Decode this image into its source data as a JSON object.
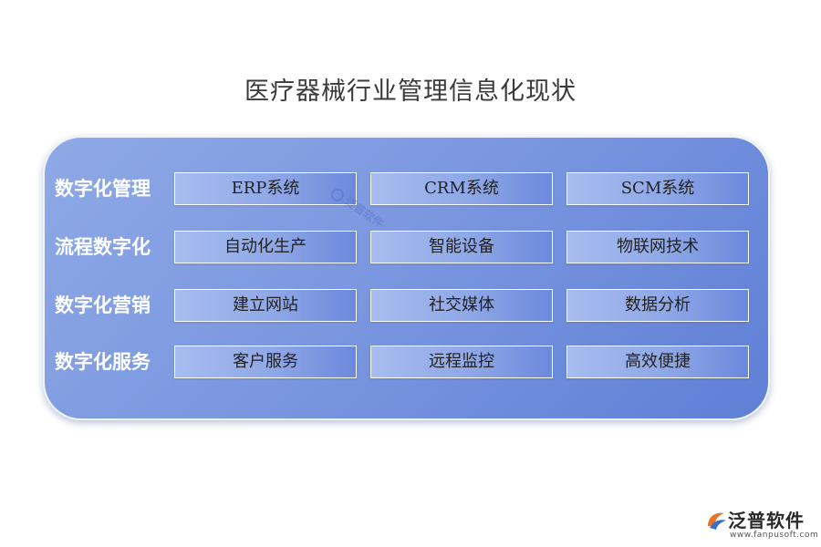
{
  "title": "医疗器械行业管理信息化现状",
  "rows": [
    {
      "label": "数字化管理",
      "cells": [
        "ERP系统",
        "CRM系统",
        "SCM系统"
      ]
    },
    {
      "label": "流程数字化",
      "cells": [
        "自动化生产",
        "智能设备",
        "物联网技术"
      ]
    },
    {
      "label": "数字化营销",
      "cells": [
        "建立网站",
        "社交媒体",
        "数据分析"
      ]
    },
    {
      "label": "数字化服务",
      "cells": [
        "客户服务",
        "远程监控",
        "高效便捷"
      ]
    }
  ],
  "watermark": "泛普软件",
  "logo": {
    "name": "泛普软件",
    "url": "www.fanpusoft.com",
    "brand_color": "#e8742a",
    "secondary_color": "#3b6fc9"
  },
  "colors": {
    "panel": "#7b98e0",
    "cell": "#8ea7e6",
    "label_text": "#ffffff"
  }
}
